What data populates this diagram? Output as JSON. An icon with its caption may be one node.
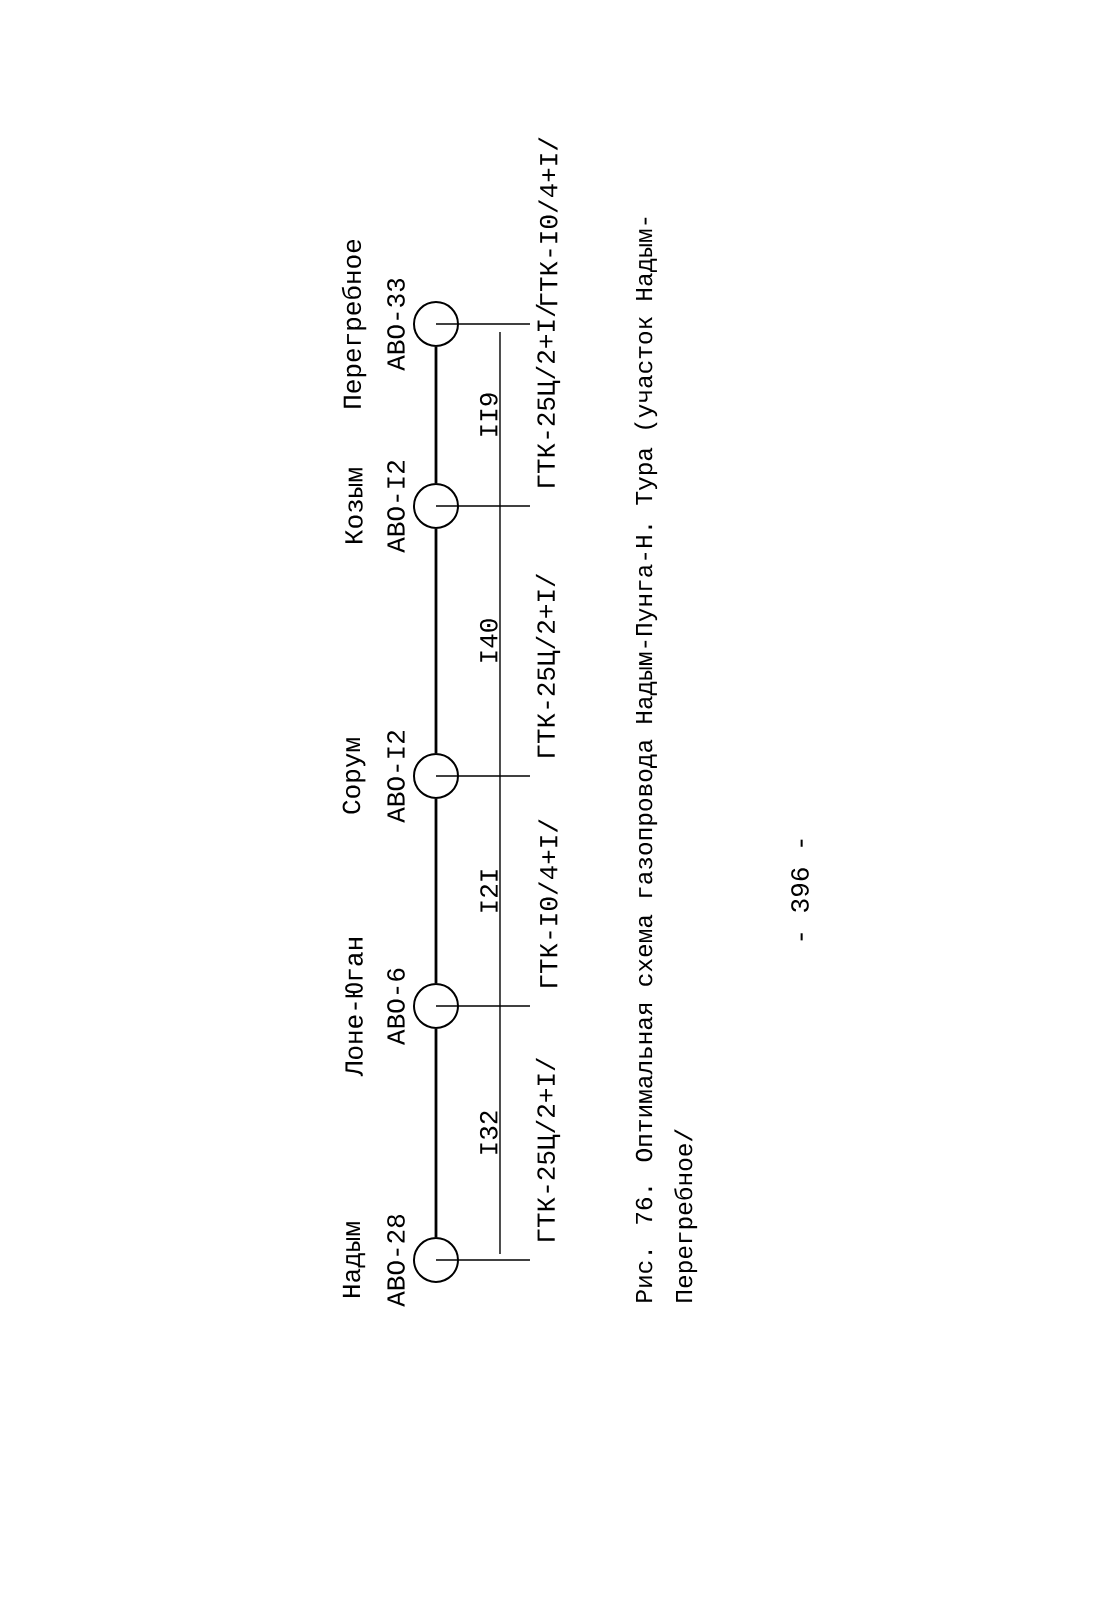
{
  "diagram": {
    "caption": "Рис. 76. Оптимальная схема газопровода Надым-Пунга-Н. Тура (участок Надым-Перегребное/",
    "nodes": [
      {
        "text": [],
        "shape": "circle",
        "beside": [
          "Надым",
          "АВО-28",
          "ГТК-25Ц/2+I/"
        ]
      },
      {
        "text": [],
        "shape": "circle",
        "beside": [
          "Лоне-Юган",
          "АВО-6",
          "ГТК-I0/4+I/"
        ]
      },
      {
        "text": [],
        "shape": "circle",
        "beside": [
          "Сорум",
          "АВО-I2",
          "ГТК-25Ц/2+I/"
        ]
      },
      {
        "text": [],
        "shape": "circle",
        "beside": [
          "Козым",
          "АВО-I2",
          "ГТК-25Ц/2+I/"
        ]
      },
      {
        "text": [],
        "shape": "circle",
        "beside": [
          "Перегребное",
          "АВО-33",
          "ГТК-I0/4+I/"
        ]
      }
    ],
    "edges": [
      {
        "from": 0,
        "to": 1,
        "arrow": "none"
      },
      {
        "from": 1,
        "to": 2,
        "arrow": "none"
      },
      {
        "from": 2,
        "to": 3,
        "arrow": "none"
      },
      {
        "from": 3,
        "to": 4,
        "arrow": "none"
      }
    ],
    "labels": [
      "I32",
      "I2I",
      "I40",
      "II9",
      "- 396 -"
    ]
  }
}
